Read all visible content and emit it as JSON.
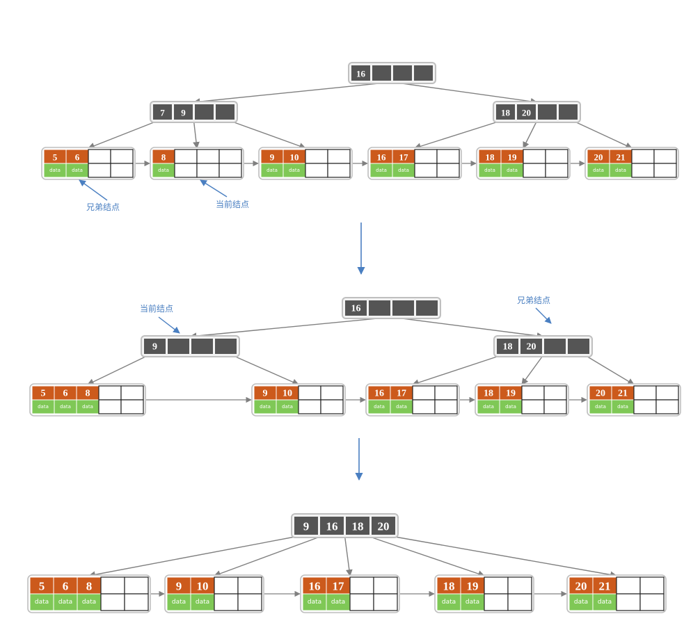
{
  "colors": {
    "internal_key": "#555555",
    "leaf_key": "#cc5a1c",
    "leaf_data": "#7fc856",
    "edge": "#808080",
    "annotation": "#4a7fc1",
    "node_frame": "#bfbfbf"
  },
  "stages": [
    {
      "internal_nodes": [
        {
          "keys": [
            "16",
            "",
            "",
            ""
          ]
        },
        {
          "keys": [
            "7",
            "9",
            "",
            ""
          ]
        },
        {
          "keys": [
            "18",
            "20",
            "",
            ""
          ]
        }
      ],
      "leaves": [
        {
          "keys": [
            "5",
            "6"
          ],
          "data": [
            "data",
            "data"
          ]
        },
        {
          "keys": [
            "8"
          ],
          "data": [
            "data"
          ]
        },
        {
          "keys": [
            "9",
            "10"
          ],
          "data": [
            "data",
            "data"
          ]
        },
        {
          "keys": [
            "16",
            "17"
          ],
          "data": [
            "data",
            "data"
          ]
        },
        {
          "keys": [
            "18",
            "19"
          ],
          "data": [
            "data",
            "data"
          ]
        },
        {
          "keys": [
            "20",
            "21"
          ],
          "data": [
            "data",
            "data"
          ]
        }
      ],
      "annotations": [
        "兄弟结点",
        "当前结点"
      ]
    },
    {
      "internal_nodes": [
        {
          "keys": [
            "16",
            "",
            "",
            ""
          ]
        },
        {
          "keys": [
            "9",
            "",
            "",
            ""
          ]
        },
        {
          "keys": [
            "18",
            "20",
            "",
            ""
          ]
        }
      ],
      "leaves": [
        {
          "keys": [
            "5",
            "6",
            "8"
          ],
          "data": [
            "data",
            "data",
            "data"
          ]
        },
        {
          "keys": [
            "9",
            "10"
          ],
          "data": [
            "data",
            "data"
          ]
        },
        {
          "keys": [
            "16",
            "17"
          ],
          "data": [
            "data",
            "data"
          ]
        },
        {
          "keys": [
            "18",
            "19"
          ],
          "data": [
            "data",
            "data"
          ]
        },
        {
          "keys": [
            "20",
            "21"
          ],
          "data": [
            "data",
            "data"
          ]
        }
      ],
      "annotations": [
        "当前结点",
        "兄弟结点"
      ]
    },
    {
      "internal_nodes": [
        {
          "keys": [
            "9",
            "16",
            "18",
            "20"
          ]
        }
      ],
      "leaves": [
        {
          "keys": [
            "5",
            "6",
            "8"
          ],
          "data": [
            "data",
            "data",
            "data"
          ]
        },
        {
          "keys": [
            "9",
            "10"
          ],
          "data": [
            "data",
            "data"
          ]
        },
        {
          "keys": [
            "16",
            "17"
          ],
          "data": [
            "data",
            "data"
          ]
        },
        {
          "keys": [
            "18",
            "19"
          ],
          "data": [
            "data",
            "data"
          ]
        },
        {
          "keys": [
            "20",
            "21"
          ],
          "data": [
            "data",
            "data"
          ]
        }
      ],
      "annotations": []
    }
  ]
}
